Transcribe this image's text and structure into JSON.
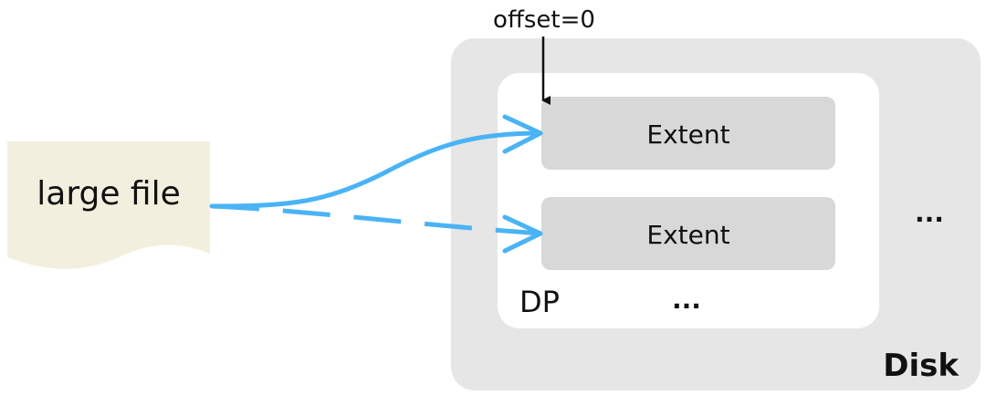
{
  "file": {
    "label": "large file"
  },
  "pointer": {
    "label": "offset=0"
  },
  "extents": [
    {
      "label": "Extent"
    },
    {
      "label": "Extent"
    }
  ],
  "dp": {
    "label": "DP",
    "ellipsis": "..."
  },
  "disk": {
    "label": "Disk",
    "ellipsis": "..."
  },
  "colors": {
    "file_fill": "#f3efdf",
    "disk_fill": "#e6e6e6",
    "dp_fill": "#ffffff",
    "extent_fill": "#d8d8d8",
    "arrow": "#4ab3f5",
    "pointer": "#111111"
  }
}
